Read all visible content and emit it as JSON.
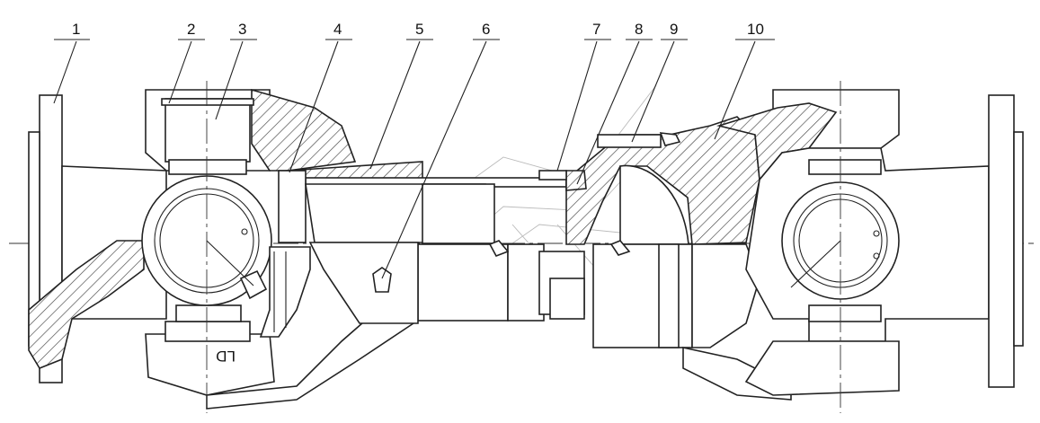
{
  "callouts": [
    {
      "label": "1"
    },
    {
      "label": "2"
    },
    {
      "label": "3"
    },
    {
      "label": "4"
    },
    {
      "label": "5"
    },
    {
      "label": "6"
    },
    {
      "label": "7"
    },
    {
      "label": "8"
    },
    {
      "label": "9"
    },
    {
      "label": "10"
    }
  ],
  "marking": {
    "text": "LD"
  },
  "colors": {
    "line": "#222222",
    "hatch": "#444444",
    "background": "#ffffff"
  }
}
